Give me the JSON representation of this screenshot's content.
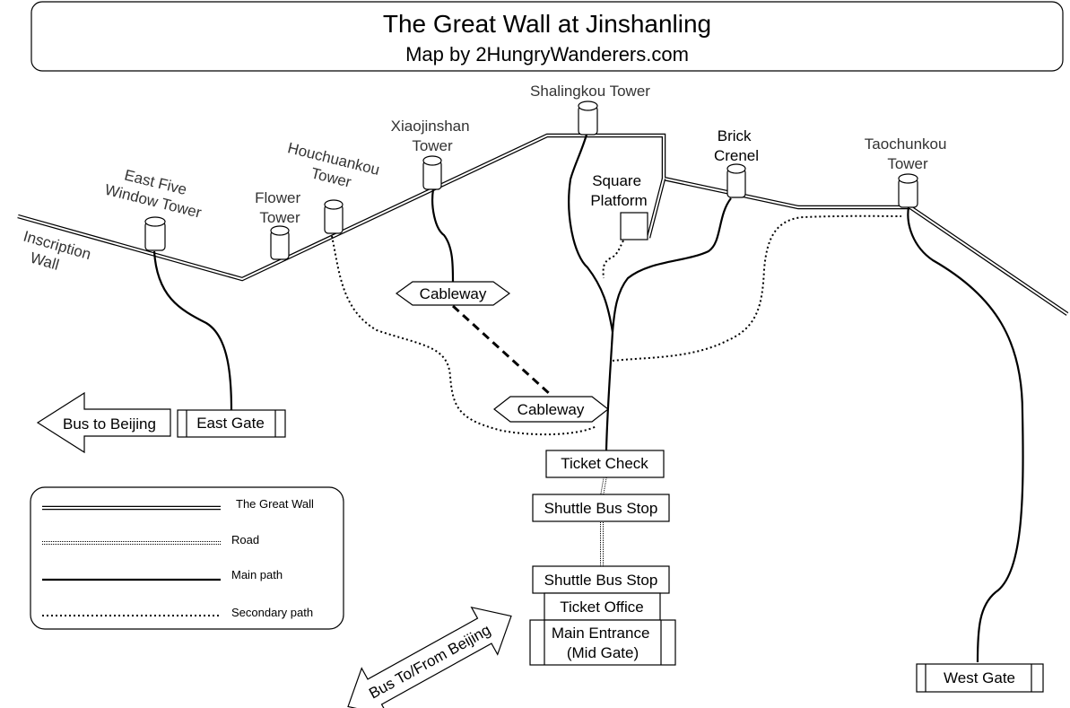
{
  "title": "The Great Wall at Jinshanling",
  "subtitle": "Map by 2HungryWanderers.com",
  "labels": {
    "inscription_wall": [
      "Inscription",
      "Wall"
    ],
    "east_five": [
      "East Five",
      "Window Tower"
    ],
    "flower": [
      "Flower",
      "Tower"
    ],
    "houchuankou": [
      "Houchuankou",
      "Tower"
    ],
    "xiaojinshan": [
      "Xiaojinshan",
      "Tower"
    ],
    "shalingkou": "Shalingkou Tower",
    "square_platform": [
      "Square",
      "Platform"
    ],
    "brick_crenel": [
      "Brick",
      "Crenel"
    ],
    "taochunkou": [
      "Taochunkou",
      "Tower"
    ]
  },
  "places": {
    "cableway_top": "Cableway",
    "cableway_bottom": "Cableway",
    "east_gate": "East Gate",
    "ticket_check": "Ticket Check",
    "shuttle_upper": "Shuttle Bus Stop",
    "shuttle_lower": "Shuttle Bus Stop",
    "ticket_office": "Ticket Office",
    "main_entrance": [
      "Main Entrance",
      "(Mid Gate)"
    ],
    "west_gate": "West Gate"
  },
  "arrows": {
    "bus_beijing": "Bus to Beijing",
    "bus_to_from": "Bus To/From Beijing"
  },
  "legend": {
    "great_wall": "The Great Wall",
    "road": "Road",
    "main_path": "Main path",
    "secondary_path": "Secondary path"
  }
}
